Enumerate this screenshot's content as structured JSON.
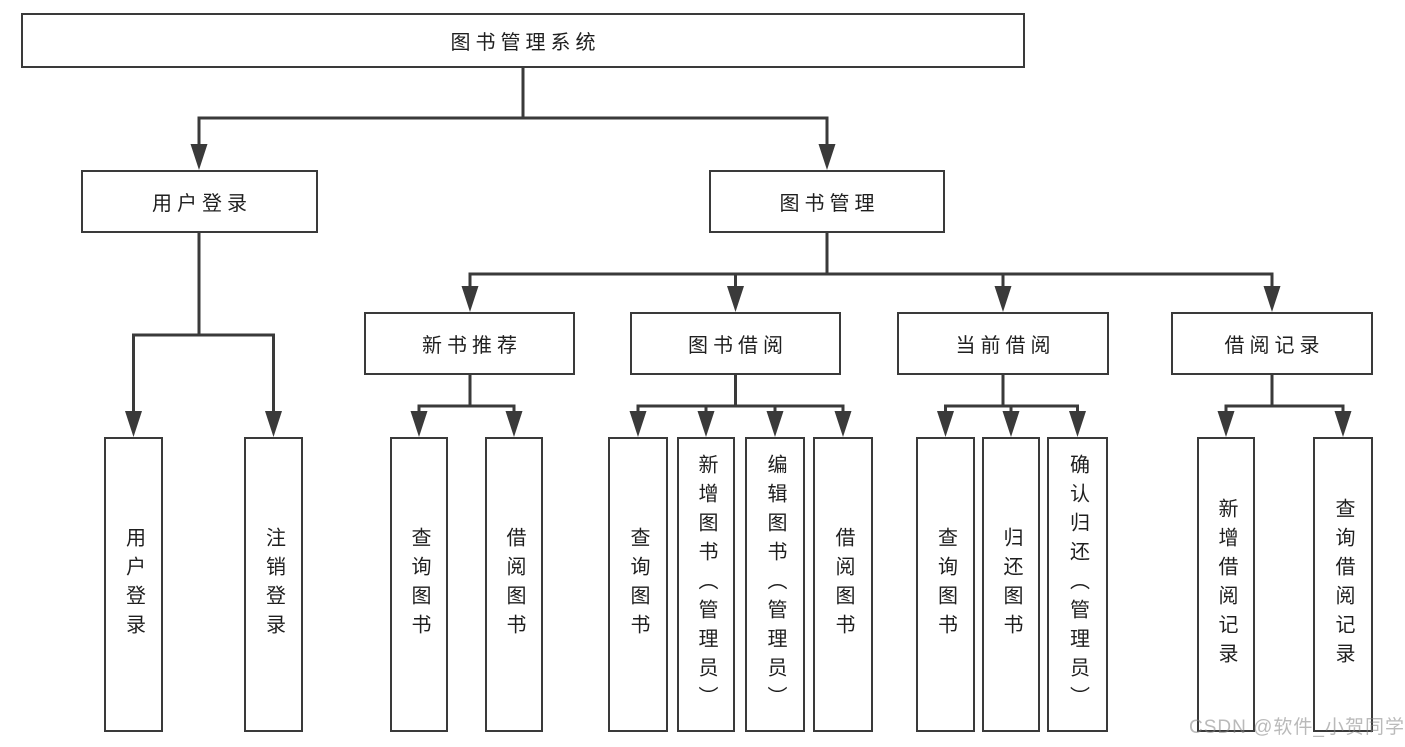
{
  "tree": {
    "label": "图书管理系统",
    "children": [
      {
        "label": "用户登录",
        "children": [
          {
            "label": "用户登录"
          },
          {
            "label": "注销登录"
          }
        ]
      },
      {
        "label": "图书管理",
        "children": [
          {
            "label": "新书推荐",
            "children": [
              {
                "label": "查询图书"
              },
              {
                "label": "借阅图书"
              }
            ]
          },
          {
            "label": "图书借阅",
            "children": [
              {
                "label": "查询图书"
              },
              {
                "label": "新增图书（管理员）"
              },
              {
                "label": "编辑图书（管理员）"
              },
              {
                "label": "借阅图书"
              }
            ]
          },
          {
            "label": "当前借阅",
            "children": [
              {
                "label": "查询图书"
              },
              {
                "label": "归还图书"
              },
              {
                "label": "确认归还（管理员）"
              }
            ]
          },
          {
            "label": "借阅记录",
            "children": [
              {
                "label": "新增借阅记录"
              },
              {
                "label": "查询借阅记录"
              }
            ]
          }
        ]
      }
    ]
  },
  "watermark": "CSDN @软件_小贺同学",
  "colors": {
    "line": "#3a3a3a",
    "box_border": "#3a3a3a",
    "box_fill": "#ffffff",
    "text": "#1f1f1f",
    "watermark": "#bfbfbf",
    "background": "#ffffff"
  }
}
